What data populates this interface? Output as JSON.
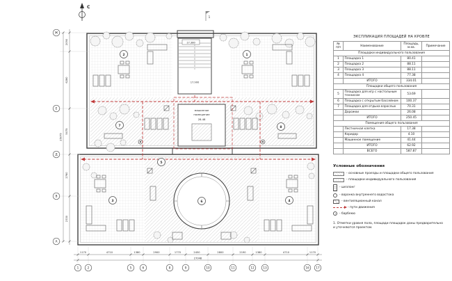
{
  "plan": {
    "north": "С",
    "section": "1",
    "elev": [
      "17.380",
      "17.900"
    ],
    "machine": {
      "line1": "машинное",
      "line2": "помещение",
      "area": "28.48"
    },
    "balloons": [
      "1",
      "2",
      "3",
      "4",
      "5",
      "6",
      "7",
      "8"
    ]
  },
  "dims": {
    "bottom": [
      "1170",
      "4710",
      "1380",
      "2900",
      "1770",
      "2450",
      "2800",
      "2190",
      "1380",
      "4710",
      "1170"
    ],
    "bottom_total": "27048",
    "left": [
      "2090",
      "6280",
      "5075",
      "2760",
      "2330"
    ],
    "left_total": "25075",
    "grid_bottom": [
      "1",
      "2",
      "5",
      "6",
      "8",
      "9",
      "10",
      "11",
      "12",
      "13",
      "16",
      "17"
    ],
    "grid_left": [
      "Ж",
      "Е",
      "Д",
      "В",
      "А"
    ]
  },
  "table": {
    "title": "ЭКСПЛИКАЦИЯ ПЛОЩАДЕЙ НА КРОВЛЕ",
    "headers": {
      "num": "№ п/п",
      "name": "Наименование",
      "area": "Площадь, м.кв.",
      "note": "Примечание"
    },
    "rows": [
      {
        "type": "section",
        "name": "Площадки индивидуального пользования"
      },
      {
        "type": "row",
        "num": "1",
        "name": "Площадка 1",
        "area": "80.41"
      },
      {
        "type": "row",
        "num": "2",
        "name": "Площадка 2",
        "area": "88.11"
      },
      {
        "type": "row",
        "num": "3",
        "name": "Площадка 3",
        "area": "88.11"
      },
      {
        "type": "row",
        "num": "4",
        "name": "Площадка 4",
        "area": "77.38"
      },
      {
        "type": "total",
        "name": "ИТОГО",
        "area": "334.01"
      },
      {
        "type": "section",
        "name": "Площадки общего пользования"
      },
      {
        "type": "row",
        "num": "5",
        "name": "Площадка для игр с настольным теннисом",
        "area": "53.69"
      },
      {
        "type": "row",
        "num": "6",
        "name": "Площадка с открытым бассейном",
        "area": "100.37"
      },
      {
        "type": "row",
        "num": "7",
        "name": "Площадка для отдыха взрослых",
        "area": "70.31"
      },
      {
        "type": "row",
        "num": "",
        "name": "Дорожки",
        "area": "26.08"
      },
      {
        "type": "total",
        "name": "ИТОГО",
        "area": "250.45"
      },
      {
        "type": "section",
        "name": "Помещения общего пользования"
      },
      {
        "type": "row",
        "num": "",
        "name": "Лестничная клетка",
        "area": "17.38"
      },
      {
        "type": "row",
        "num": "",
        "name": "Коридор",
        "area": "4.10"
      },
      {
        "type": "row",
        "num": "",
        "name": "Машинное помещение",
        "area": "41.44"
      },
      {
        "type": "total",
        "name": "ИТОГО",
        "area": "62.92"
      },
      {
        "type": "total",
        "name": "ВСЕГО",
        "area": "587.87"
      }
    ]
  },
  "legend": {
    "title": "Условные обозначения",
    "items": [
      {
        "label": "- основные проезды и площадки общего пользования",
        "swatch": "hatch"
      },
      {
        "label": "- площадки индивидуального пользования",
        "swatch": "tiles"
      },
      {
        "label": "- шезлонг",
        "swatch": "lounger"
      },
      {
        "label": "- воронка внутреннего водостока",
        "swatch": "drain"
      },
      {
        "label": "- вентиляционный канал",
        "swatch": "vent"
      },
      {
        "label": "- пути движения",
        "swatch": "path"
      },
      {
        "label": "- барбекю",
        "swatch": "bbq"
      }
    ]
  },
  "notes": [
    "1. Отметки уровня пола, площади площадок даны предварительно и уточняются проектом."
  ]
}
